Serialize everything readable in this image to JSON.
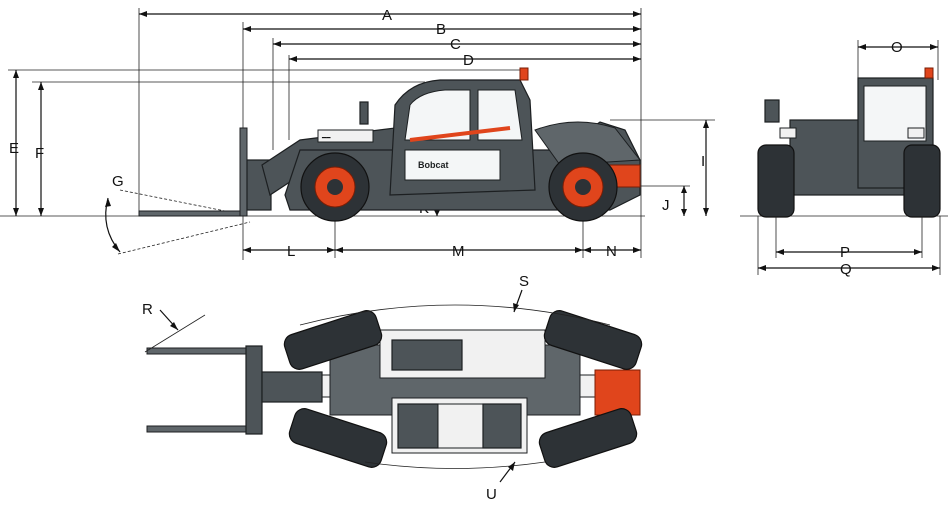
{
  "labels": {
    "A": "A",
    "B": "B",
    "C": "C",
    "D": "D",
    "E": "E",
    "F": "F",
    "G": "G",
    "I": "I",
    "J": "J",
    "K": "K",
    "L": "L",
    "M": "M",
    "N": "N",
    "O": "O",
    "P": "P",
    "Q": "Q",
    "R": "R",
    "S": "S",
    "U": "U"
  },
  "brand": "Bobcat",
  "colors": {
    "body": "#4d5458",
    "accent": "#e0451c",
    "glass": "#f4f6f7",
    "line": "#111111"
  }
}
